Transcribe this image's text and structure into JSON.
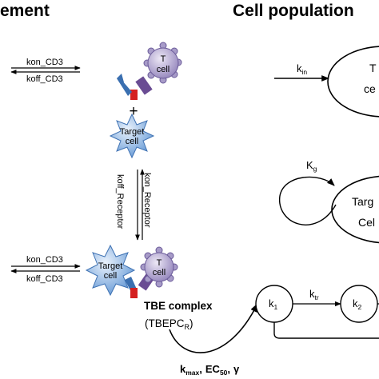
{
  "titles": {
    "left": "ement",
    "right": "Cell population"
  },
  "binding": {
    "kon_cd3_top": "kon_CD3",
    "koff_cd3_top": "koff_CD3",
    "kon_cd3_bottom": "kon_CD3",
    "koff_cd3_bottom": "koff_CD3",
    "kon_receptor": "kon_Receptor",
    "koff_receptor": "koff_Receptor",
    "plus": "+"
  },
  "cells": {
    "t_cell_top_line1": "T",
    "t_cell_top_line2": "cell",
    "target_cell_mid_line1": "Target",
    "target_cell_mid_line2": "cell",
    "target_cell_complex_line1": "Target",
    "target_cell_complex_line2": "cell",
    "t_cell_complex_line1": "T",
    "t_cell_complex_line2": "cell"
  },
  "complex": {
    "name": "TBE complex",
    "abbr_open": "(TBEPC",
    "abbr_sub": "R",
    "abbr_close": ")"
  },
  "population": {
    "kin": "k",
    "kin_sub": "in",
    "t_cell_line1": "T",
    "t_cell_line2": "ce",
    "kg": "K",
    "kg_sub": "g",
    "target_line1": "Targ",
    "target_line2": "Cel",
    "k1": "k",
    "k1_sub": "1",
    "ktr": "k",
    "ktr_sub": "tr",
    "k2": "k",
    "k2_sub": "2"
  },
  "effect": {
    "kmax": "k",
    "kmax_sub": "max",
    "ec50": "EC",
    "ec50_sub": "50",
    "gamma": "γ",
    "sep": ","
  },
  "colors": {
    "t_cell_fill": "#a79bc8",
    "t_cell_light": "#e6e0f2",
    "target_fill": "#7fa9dc",
    "target_light": "#e4eefb",
    "cd3_arm": "#6a4c93",
    "receptor_arm": "#3a6fb0",
    "antibody_red": "#d42020"
  }
}
